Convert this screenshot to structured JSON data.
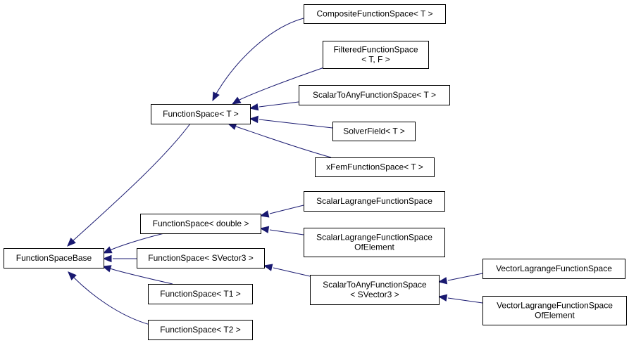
{
  "colors": {
    "edge": "#191970",
    "node_border": "#000000",
    "node_fill": "#ffffff",
    "background": "#ffffff"
  },
  "nodes": {
    "function_space_base": {
      "lines": [
        "FunctionSpaceBase"
      ]
    },
    "function_space_t": {
      "lines": [
        "FunctionSpace< T >"
      ]
    },
    "function_space_double": {
      "lines": [
        "FunctionSpace< double >"
      ]
    },
    "function_space_svector3": {
      "lines": [
        "FunctionSpace< SVector3 >"
      ]
    },
    "function_space_t1": {
      "lines": [
        "FunctionSpace< T1 >"
      ]
    },
    "function_space_t2": {
      "lines": [
        "FunctionSpace< T2 >"
      ]
    },
    "composite_function_space": {
      "lines": [
        "CompositeFunctionSpace< T >"
      ]
    },
    "filtered_function_space": {
      "lines": [
        "FilteredFunctionSpace",
        "< T, F >"
      ]
    },
    "scalar_to_any_function_space_t": {
      "lines": [
        "ScalarToAnyFunctionSpace< T >"
      ]
    },
    "solver_field": {
      "lines": [
        "SolverField< T >"
      ]
    },
    "xfem_function_space": {
      "lines": [
        "xFemFunctionSpace< T >"
      ]
    },
    "scalar_lagrange_function_space": {
      "lines": [
        "ScalarLagrangeFunctionSpace"
      ]
    },
    "scalar_lagrange_function_space_of_element": {
      "lines": [
        "ScalarLagrangeFunctionSpace",
        "OfElement"
      ]
    },
    "scalar_to_any_function_space_svector3": {
      "lines": [
        "ScalarToAnyFunctionSpace",
        "< SVector3 >"
      ]
    },
    "vector_lagrange_function_space": {
      "lines": [
        "VectorLagrangeFunctionSpace"
      ]
    },
    "vector_lagrange_function_space_of_element": {
      "lines": [
        "VectorLagrangeFunctionSpace",
        "OfElement"
      ]
    }
  }
}
